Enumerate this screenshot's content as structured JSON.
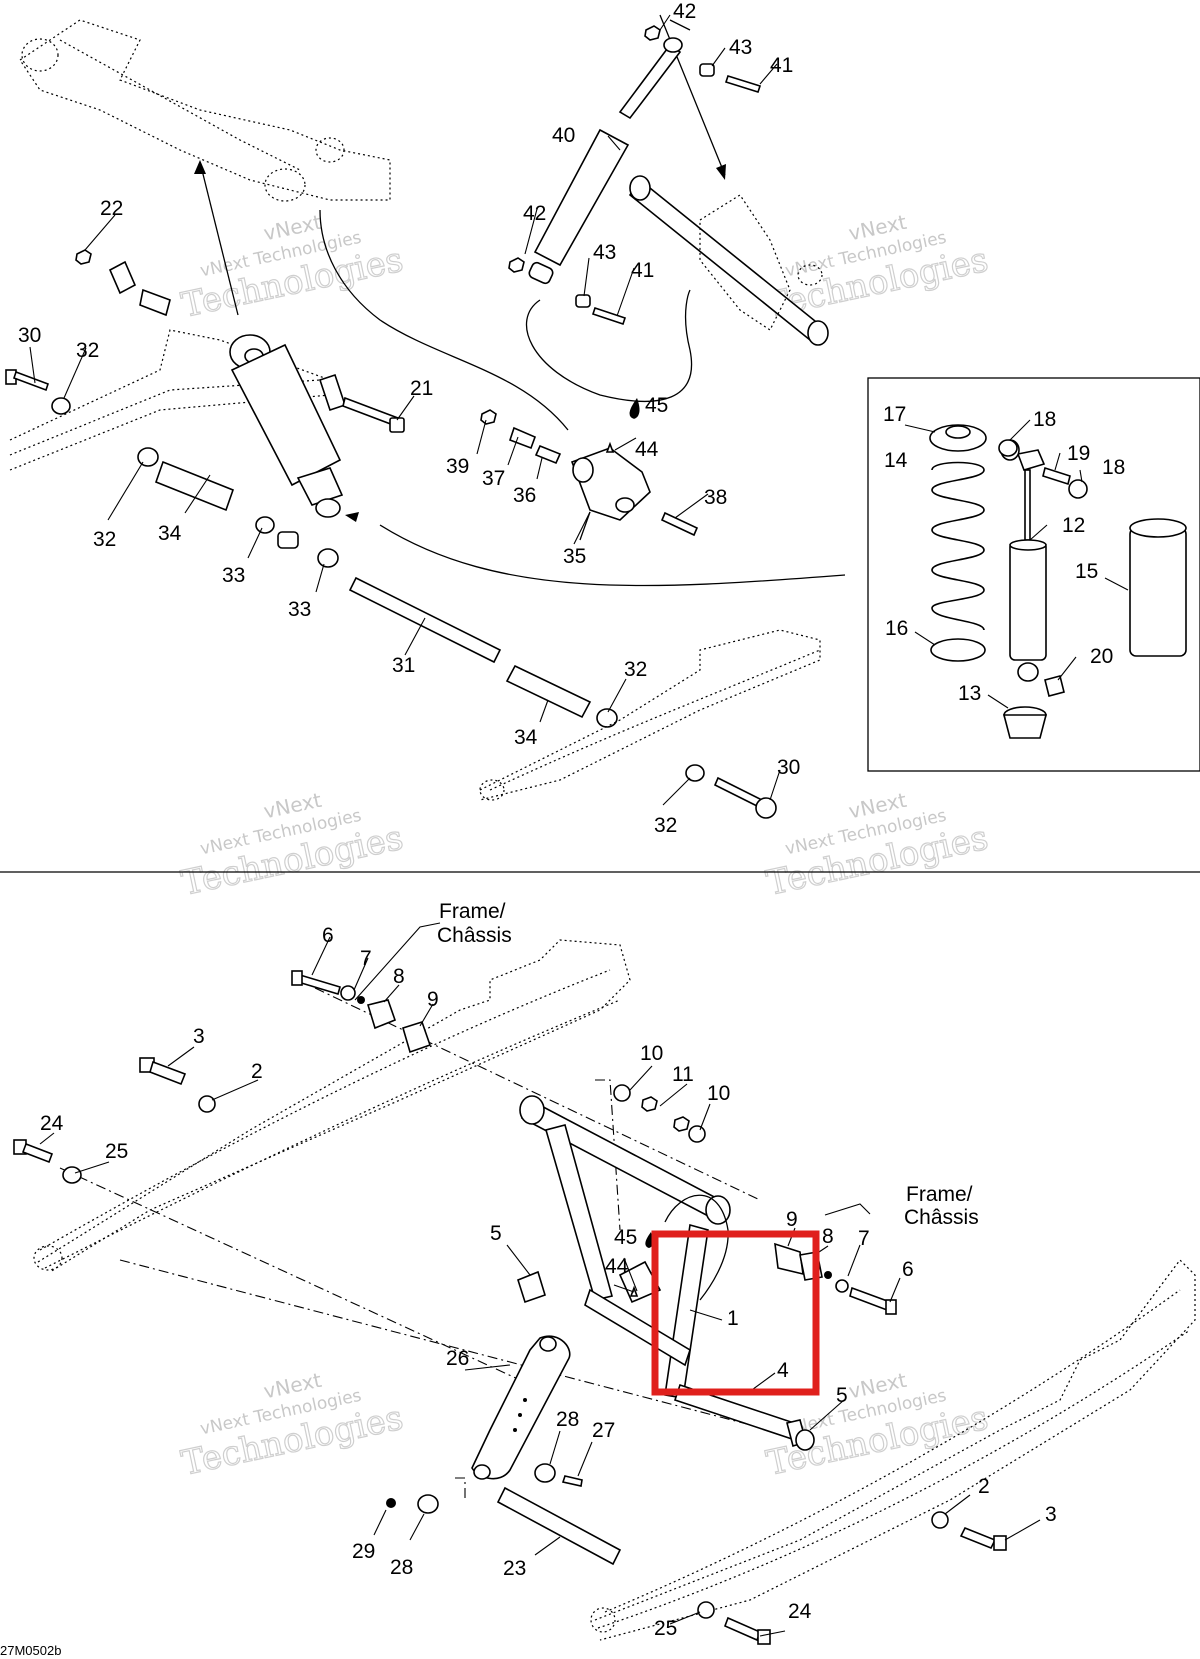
{
  "figure_id": "27M0502b",
  "watermark": {
    "line1": "vNext",
    "line2": "vNext Technologies",
    "line3": "Technologies"
  },
  "frame_label": {
    "line1": "Frame/",
    "line2": "Châssis"
  },
  "colors": {
    "highlight": "#e0201c",
    "ink": "#000000",
    "watermark": "#c8c8c8"
  },
  "callouts": {
    "top": [
      "42",
      "43",
      "41",
      "40",
      "42",
      "43",
      "41",
      "22",
      "30",
      "32",
      "21",
      "39",
      "37",
      "36",
      "45",
      "44",
      "38",
      "35",
      "32",
      "34",
      "33",
      "33",
      "31",
      "32",
      "34",
      "30",
      "32"
    ],
    "inset": [
      "17",
      "18",
      "14",
      "19",
      "18",
      "12",
      "15",
      "16",
      "20",
      "13"
    ],
    "bottom": [
      "6",
      "7",
      "8",
      "9",
      "3",
      "2",
      "24",
      "25",
      "10",
      "11",
      "10",
      "9",
      "8",
      "7",
      "6",
      "5",
      "45",
      "44",
      "1",
      "4",
      "26",
      "28",
      "27",
      "5",
      "29",
      "28",
      "23",
      "2",
      "3",
      "25",
      "24"
    ]
  },
  "highlight_box": {
    "label": "highlight-region",
    "parts": [
      "1",
      "4"
    ]
  }
}
